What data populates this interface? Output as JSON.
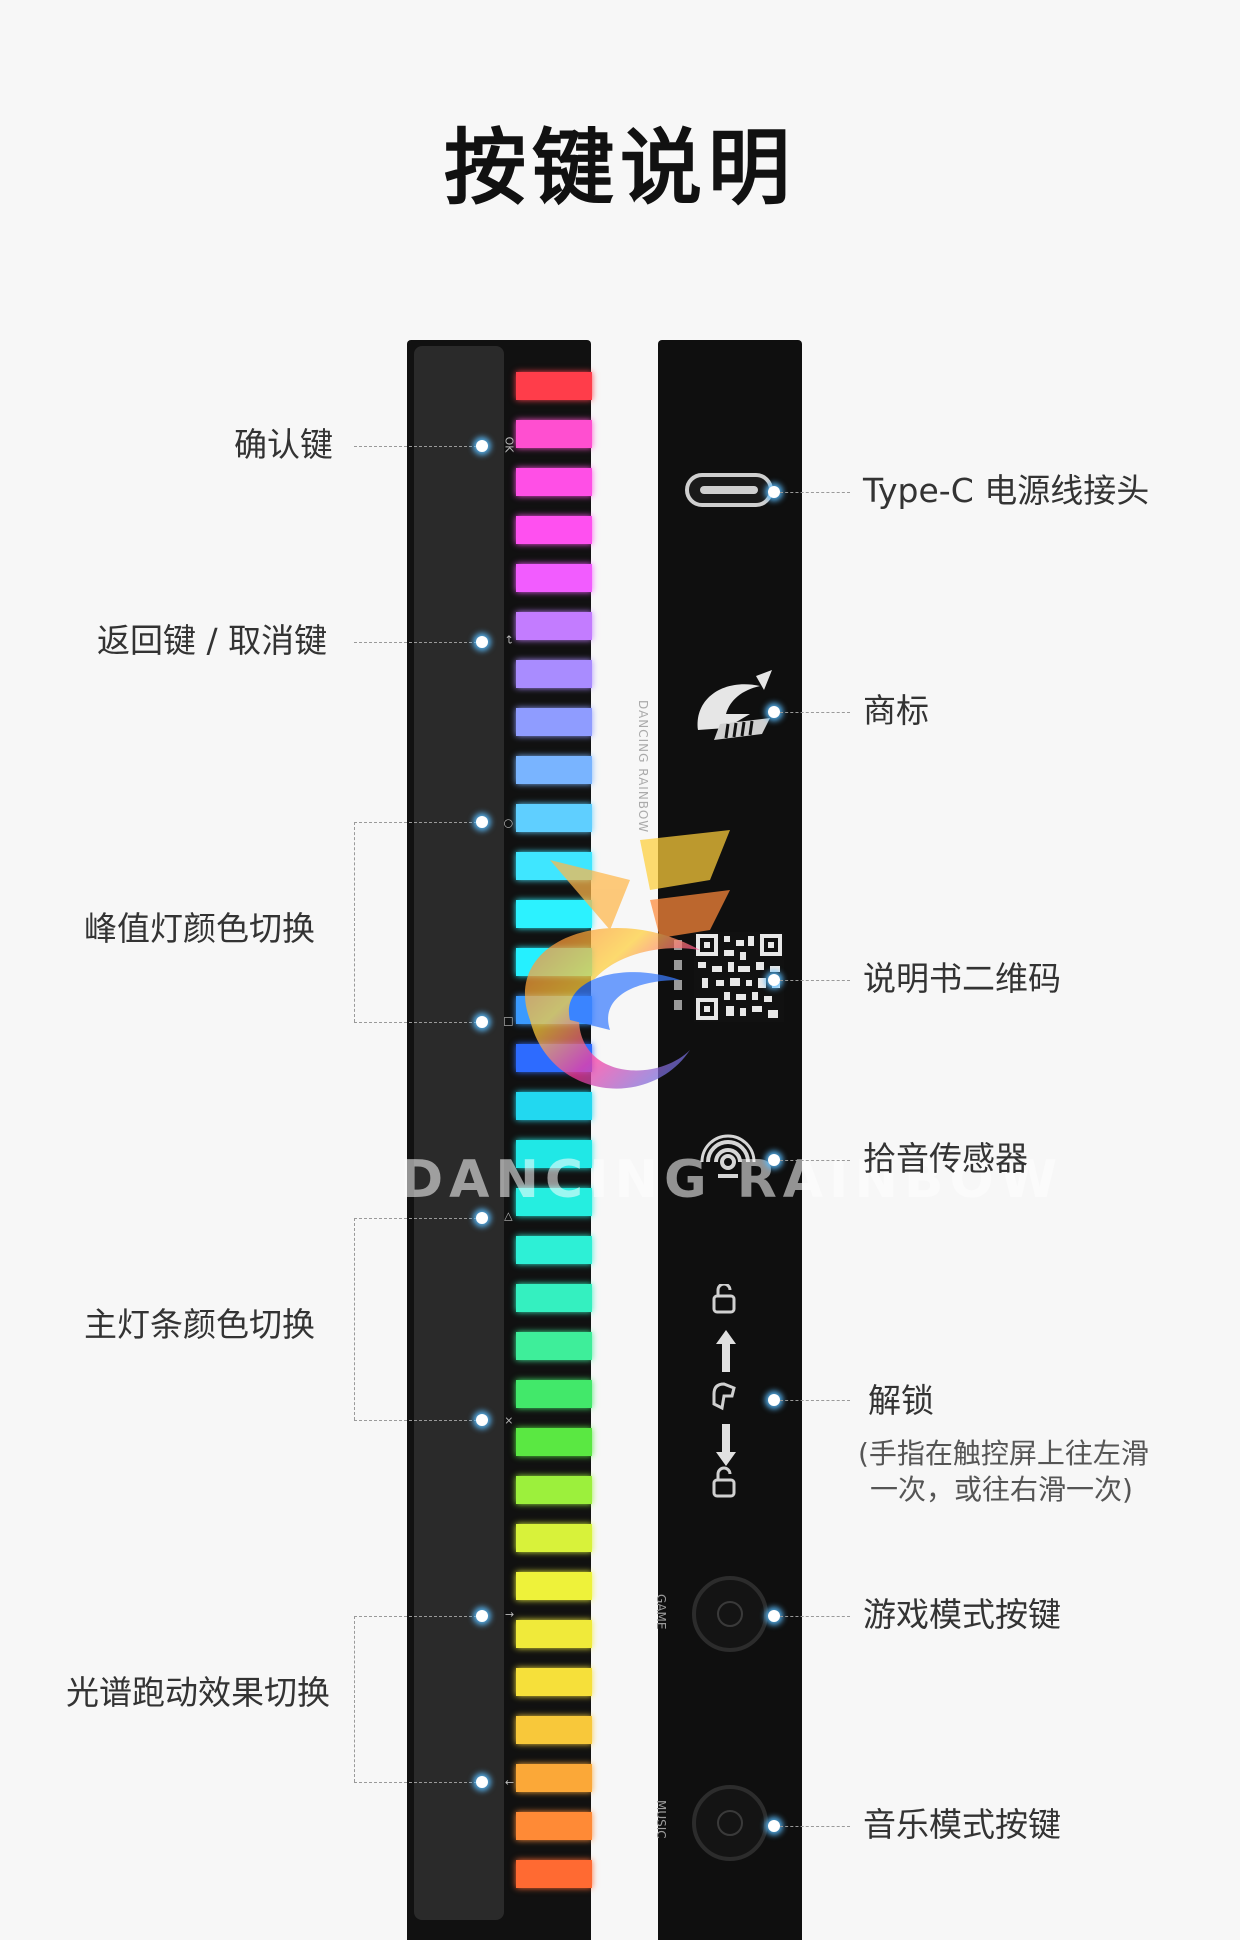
{
  "title": "按键说明",
  "brand_vertical": "DANCING RAINBOW",
  "watermark": "DANCING RAINBOW",
  "left_labels": {
    "confirm": "确认键",
    "back": "返回键 / 取消键",
    "peak_color": "峰值灯颜色切换",
    "main_color": "主灯条颜色切换",
    "spectrum": "光谱跑动效果切换"
  },
  "right_labels": {
    "typec": "Type-C 电源线接头",
    "logo": "商标",
    "qr": "说明书二维码",
    "mic": "拾音传感器",
    "unlock": "解锁",
    "unlock_note_line1": "(手指在触控屏上往左滑",
    "unlock_note_line2": "一次，或往右滑一次)",
    "game": "游戏模式按键",
    "music": "音乐模式按键"
  },
  "button_glyphs": [
    "OK",
    "↩",
    "○",
    "□",
    "◁",
    "×",
    "↑",
    "↓"
  ],
  "knob_tags": {
    "game": "GAME",
    "music": "MUSIC"
  },
  "led_colors": [
    "#ff3d4a",
    "#ff4fd0",
    "#ff4fe6",
    "#ff50f0",
    "#f25cff",
    "#c37cff",
    "#a98cff",
    "#8f9cff",
    "#79b4ff",
    "#5fcfff",
    "#3fe6ff",
    "#2cf2ff",
    "#25f0ff",
    "#3a9aff",
    "#2d6bff",
    "#22d8f0",
    "#20e8e6",
    "#25eee0",
    "#2df0d6",
    "#34f0c0",
    "#3eee9a",
    "#42e86a",
    "#5ae842",
    "#9cf03c",
    "#d8f23a",
    "#eef23a",
    "#f0ea3a",
    "#f6e03a",
    "#f8c83a",
    "#fba838",
    "#ff8a36",
    "#ff6a32"
  ]
}
